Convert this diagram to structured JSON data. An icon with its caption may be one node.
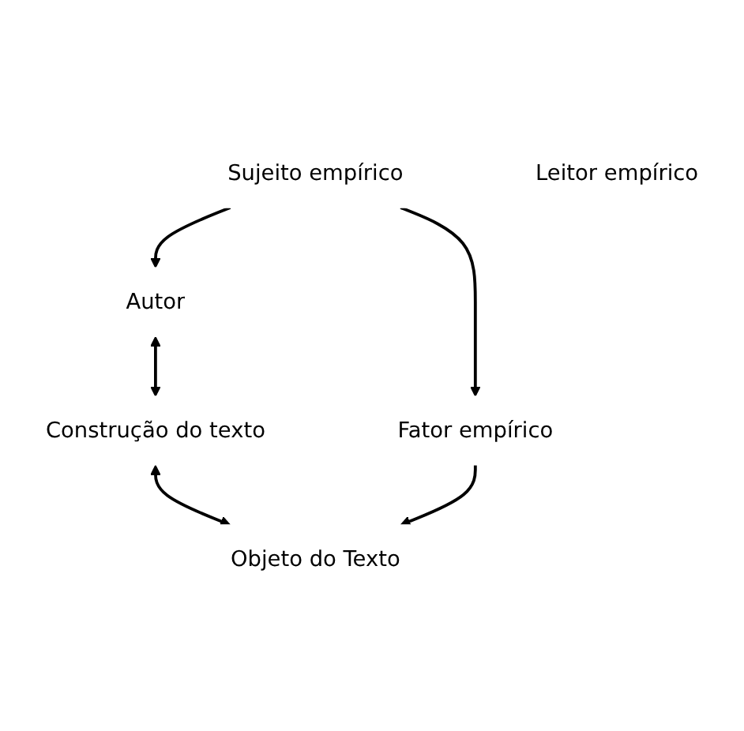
{
  "diagram": {
    "nodes": [
      {
        "text": [
          "Sujeito empírico"
        ]
      },
      {
        "text": [
          "Autor"
        ]
      },
      {
        "text": [
          "Leitor empírico"
        ]
      },
      {
        "text": [
          "Construção do texto"
        ]
      },
      {
        "text": [
          "Objeto do Texto"
        ]
      },
      {
        "text": [
          "Fator empírico"
        ]
      }
    ],
    "edges": [
      {
        "from": 0,
        "to": 1,
        "arrow": "to"
      },
      {
        "from": 1,
        "to": 3,
        "arrow": "both"
      },
      {
        "from": 3,
        "to": 4,
        "arrow": "both"
      },
      {
        "from": 5,
        "to": 4,
        "arrow": "to"
      },
      {
        "from": 0,
        "to": 5,
        "arrow": "to"
      }
    ]
  }
}
